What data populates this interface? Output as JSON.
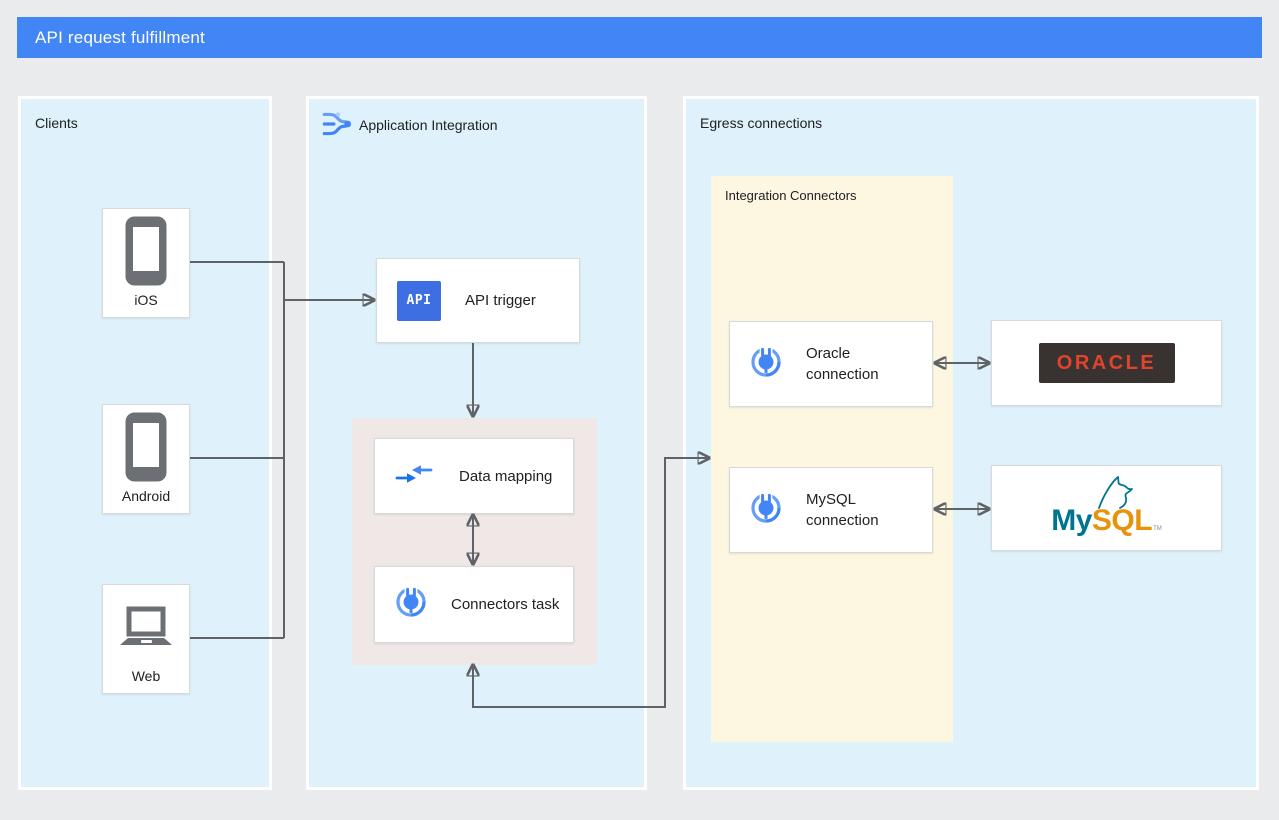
{
  "banner": {
    "title": "API request fulfillment"
  },
  "panels": {
    "clients": {
      "label": "Clients"
    },
    "integration": {
      "label": "Application Integration"
    },
    "egress": {
      "label": "Egress connections"
    }
  },
  "clients": {
    "ios": {
      "label": "iOS"
    },
    "android": {
      "label": "Android"
    },
    "web": {
      "label": "Web"
    }
  },
  "integration": {
    "api_trigger": {
      "icon_text": "API",
      "label": "API trigger"
    },
    "data_mapping": {
      "label": "Data mapping"
    },
    "connectors_task": {
      "label": "Connectors task"
    }
  },
  "egress": {
    "group": {
      "label": "Integration Connectors"
    },
    "oracle_connection": {
      "label": "Oracle connection"
    },
    "mysql_connection": {
      "label": "MySQL connection"
    },
    "oracle_logo": {
      "text": "ORACLE"
    },
    "mysql_logo": {
      "my": "My",
      "sql": "SQL",
      "tm": "TM"
    }
  },
  "colors": {
    "banner_bg": "#4285F4",
    "panel_bg": "#DFF2FB",
    "group_bg": "#EFE8E6",
    "connectors_group_bg": "#FDF7E2",
    "edge": "#5F6368",
    "api_badge_bg": "#3D6FE3",
    "oracle_red": "#E2422E",
    "oracle_dark": "#383330",
    "mysql_teal": "#00758F",
    "mysql_orange": "#E8930C"
  },
  "edges": [
    {
      "from": "ios",
      "to": "client-trunk",
      "arrows": "none"
    },
    {
      "from": "android",
      "to": "client-trunk",
      "arrows": "none"
    },
    {
      "from": "web",
      "to": "client-trunk",
      "arrows": "none"
    },
    {
      "from": "client-trunk",
      "to": "api-trigger",
      "arrows": "end"
    },
    {
      "from": "api-trigger",
      "to": "integration-group",
      "arrows": "end"
    },
    {
      "from": "data-mapping",
      "to": "connectors-task",
      "arrows": "both"
    },
    {
      "from": "integration-group",
      "to": "integration-connectors",
      "arrows": "both"
    },
    {
      "from": "oracle-connection",
      "to": "oracle-db",
      "arrows": "both"
    },
    {
      "from": "mysql-connection",
      "to": "mysql-db",
      "arrows": "both"
    }
  ]
}
